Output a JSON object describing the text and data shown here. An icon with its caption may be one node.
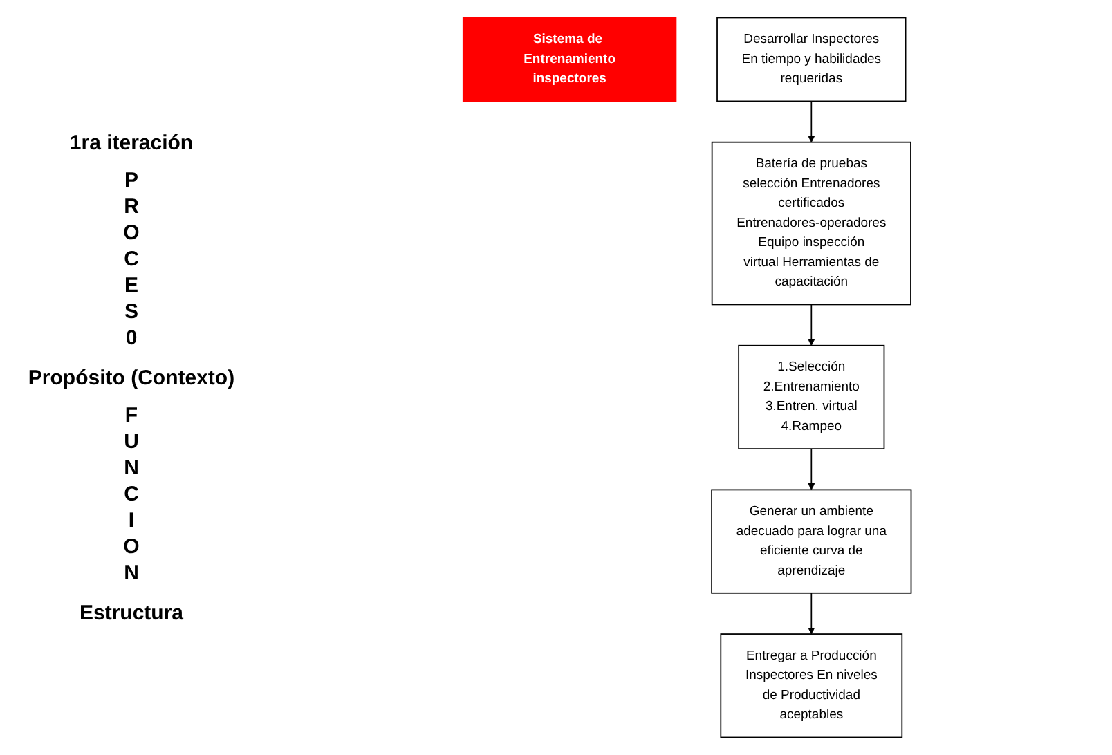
{
  "diagram": {
    "nodes": [
      {
        "text": [
          "Generar un ambiente adecuado para lograr una eficiente curva de aprendizaje"
        ]
      },
      {
        "text": [
          "1.Selección 2.Entrenamiento 3.Entren. virtual 4.Rampeo"
        ]
      },
      {
        "text": [
          "Sistema de Entrenamiento inspectores"
        ]
      },
      {
        "text": [
          "Desarrollar Inspectores En tiempo y habilidades requeridas"
        ]
      },
      {
        "text": [
          "Entregar a Producción Inspectores En niveles de Productividad aceptables"
        ]
      },
      {
        "text": [
          "Batería de pruebas selección Entrenadores certificados Entrenadores-operadores Equipo inspección virtual Herramientas de capacitación"
        ]
      }
    ],
    "edges": [
      {
        "from": 1,
        "to": 0,
        "arrow": "to"
      },
      {
        "from": 0,
        "to": 4,
        "arrow": "to"
      },
      {
        "from": 3,
        "to": 5,
        "arrow": "to"
      },
      {
        "from": 5,
        "to": 1,
        "arrow": "to"
      }
    ],
    "labels": [
      "1ra iteración",
      "PROCES0",
      "Propósito (Contexto)",
      "FUNCION",
      "Estructura"
    ]
  }
}
